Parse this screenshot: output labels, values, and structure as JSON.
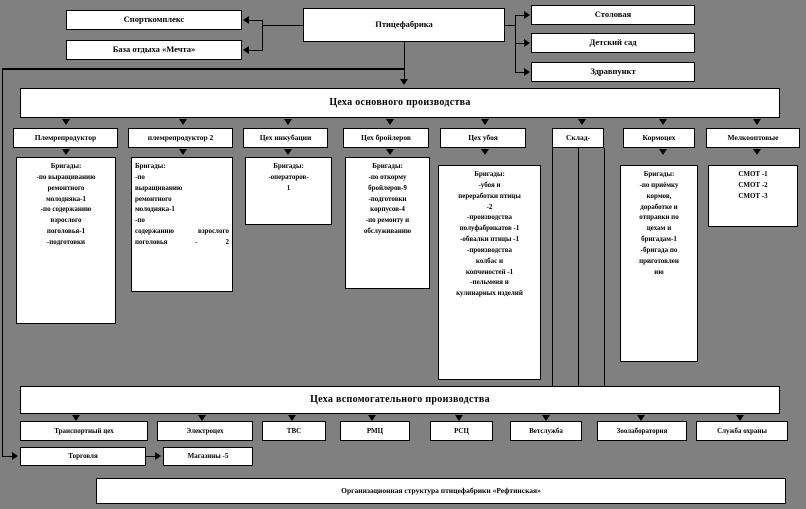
{
  "diagram": {
    "root": {
      "label": "Птицефабрика"
    },
    "left_units": [
      {
        "label": "Спорткомплекс"
      },
      {
        "label": "База отдыха «Мечта»"
      }
    ],
    "right_units": [
      {
        "label": "Столовая"
      },
      {
        "label": "Детский сад"
      },
      {
        "label": "Здравпункт"
      }
    ],
    "main_band": {
      "label": "Цеха основного  производства"
    },
    "aux_band": {
      "label": "Цеха вспомогательного  производства"
    },
    "main_departments": [
      {
        "label": "Племрепродуктор"
      },
      {
        "label": "племрепродуктор 2"
      },
      {
        "label": "Цех инкубации"
      },
      {
        "label": "Цех бройлеров"
      },
      {
        "label": "Цех убоя"
      },
      {
        "label": "Склад-"
      },
      {
        "label": "Кормоцех"
      },
      {
        "label": "Мелкооптовые"
      }
    ],
    "details": [
      {
        "for": "Племрепродуктор",
        "lines": [
          "Бригады:",
          "-по выращиванию",
          "ремонтного",
          "молодняка-1",
          "-по содержанию",
          "взрослого",
          "поголовья-1",
          "-подготовки"
        ]
      },
      {
        "for": "племрепродуктор 2",
        "justified": true,
        "lines": [
          "Бригады:",
          "-по",
          "выращиванию",
          "ремонтного",
          "молодняка-1",
          "-по",
          "содержанию взрослого",
          "поголовья - 2"
        ]
      },
      {
        "for": "Цех инкубации",
        "lines": [
          "Бригады:",
          "-операторов-",
          "1"
        ]
      },
      {
        "for": "Цех бройлеров",
        "lines": [
          "Бригады:",
          "-по откорму",
          "бройлеров-9",
          "-подготовки",
          "корпусов-4",
          "-по ремонту и",
          "обслуживанию"
        ]
      },
      {
        "for": "Цех убоя",
        "lines": [
          "Бригады:",
          "-убоя и",
          "переработки птицы",
          "-2",
          "-производства",
          "полуфабрикатов -1",
          "-обвалки птицы -1",
          "-производства",
          "колбас и",
          "копченостей -1",
          "-пельменя и",
          "кулинарных изделий"
        ]
      },
      {
        "for": "Кормоцех",
        "lines": [
          "Бригады:",
          "-по приёмку",
          "кормов,",
          "доработке и",
          "отправки по",
          "цехам и",
          "бригадам-1",
          "-бригада по",
          "приготовлен",
          "ию"
        ]
      },
      {
        "for": "Мелкооптовые",
        "lines": [
          "СМОТ -1",
          "СМОТ -2",
          "СМОТ -3"
        ]
      }
    ],
    "aux_departments": [
      {
        "label": "Транспортный цех"
      },
      {
        "label": "Электроцех"
      },
      {
        "label": "ТВС"
      },
      {
        "label": "РМЦ"
      },
      {
        "label": "РСЦ"
      },
      {
        "label": "Ветслужба"
      },
      {
        "label": "Зоолаборатория"
      },
      {
        "label": "Служба охраны"
      }
    ],
    "trade_chain": [
      {
        "label": "Торговля"
      },
      {
        "label": "Магазины -5"
      }
    ],
    "caption": {
      "label": "Организационная структура птицефабрики «Рефтинская»"
    }
  },
  "colors": {
    "background": "#808080",
    "box_fill": "#ffffff",
    "line": "#000000"
  }
}
